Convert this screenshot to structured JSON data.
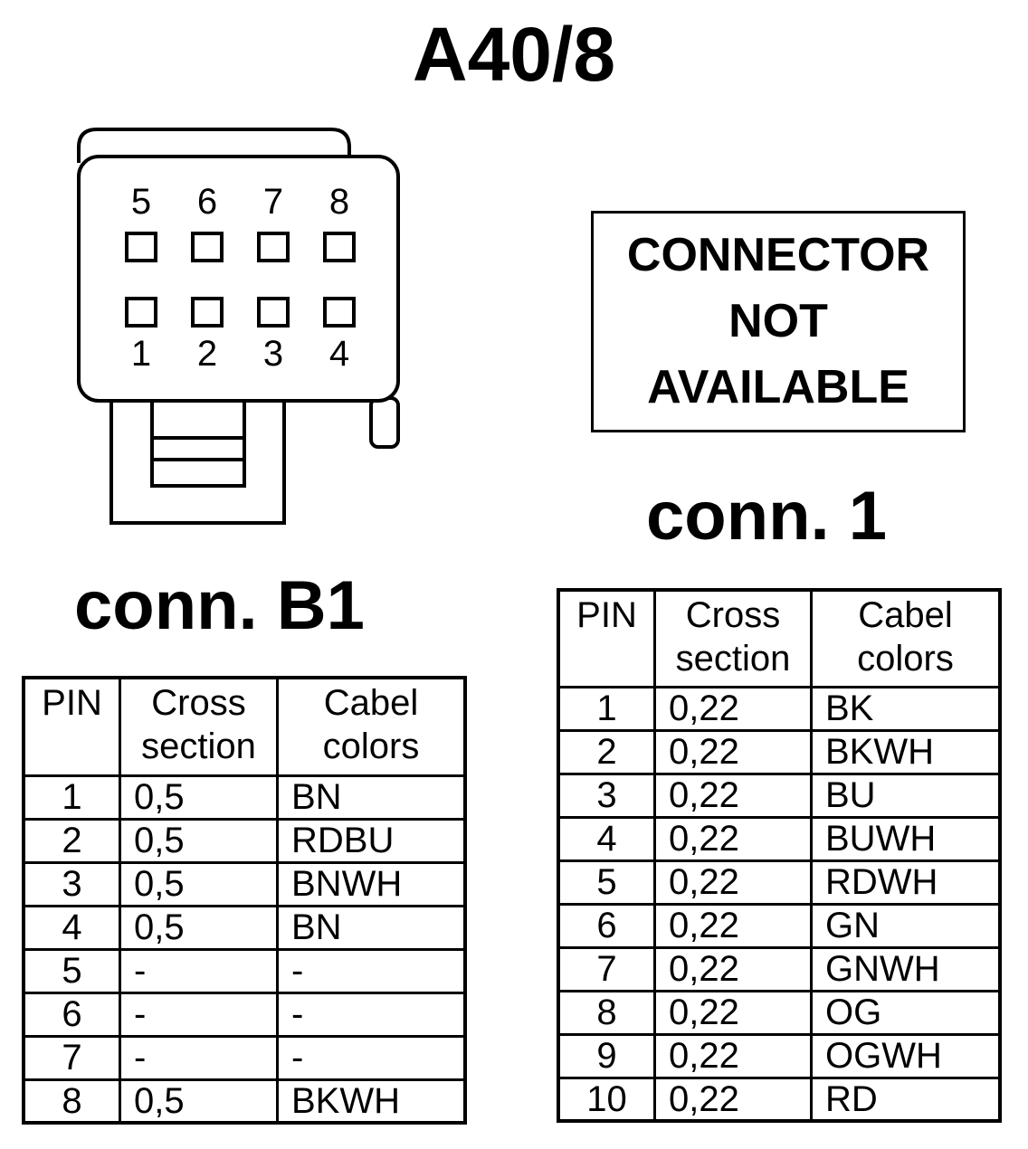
{
  "title": "A40/8",
  "connector_diagram": {
    "top_pins": [
      "5",
      "6",
      "7",
      "8"
    ],
    "bottom_pins": [
      "1",
      "2",
      "3",
      "4"
    ]
  },
  "not_available_box": {
    "lines": [
      "CONNECTOR",
      "NOT",
      "AVAILABLE"
    ]
  },
  "conn_b1": {
    "label": "conn. B1",
    "headers": {
      "pin": "PIN",
      "cross_1": "Cross",
      "cross_2": "section",
      "color_1": "Cabel",
      "color_2": "colors"
    },
    "rows": [
      {
        "pin": "1",
        "cross": "0,5",
        "color": "BN"
      },
      {
        "pin": "2",
        "cross": "0,5",
        "color": "RDBU"
      },
      {
        "pin": "3",
        "cross": "0,5",
        "color": "BNWH"
      },
      {
        "pin": "4",
        "cross": "0,5",
        "color": "BN"
      },
      {
        "pin": "5",
        "cross": "-",
        "color": "-"
      },
      {
        "pin": "6",
        "cross": "-",
        "color": "-"
      },
      {
        "pin": "7",
        "cross": "-",
        "color": "-"
      },
      {
        "pin": "8",
        "cross": "0,5",
        "color": "BKWH"
      }
    ]
  },
  "conn_1": {
    "label": "conn. 1",
    "headers": {
      "pin": "PIN",
      "cross_1": "Cross",
      "cross_2": "section",
      "color_1": "Cabel",
      "color_2": "colors"
    },
    "rows": [
      {
        "pin": "1",
        "cross": "0,22",
        "color": "BK"
      },
      {
        "pin": "2",
        "cross": "0,22",
        "color": "BKWH"
      },
      {
        "pin": "3",
        "cross": "0,22",
        "color": "BU"
      },
      {
        "pin": "4",
        "cross": "0,22",
        "color": "BUWH"
      },
      {
        "pin": "5",
        "cross": "0,22",
        "color": "RDWH"
      },
      {
        "pin": "6",
        "cross": "0,22",
        "color": "GN"
      },
      {
        "pin": "7",
        "cross": "0,22",
        "color": "GNWH"
      },
      {
        "pin": "8",
        "cross": "0,22",
        "color": "OG"
      },
      {
        "pin": "9",
        "cross": "0,22",
        "color": "OGWH"
      },
      {
        "pin": "10",
        "cross": "0,22",
        "color": "RD"
      }
    ]
  }
}
